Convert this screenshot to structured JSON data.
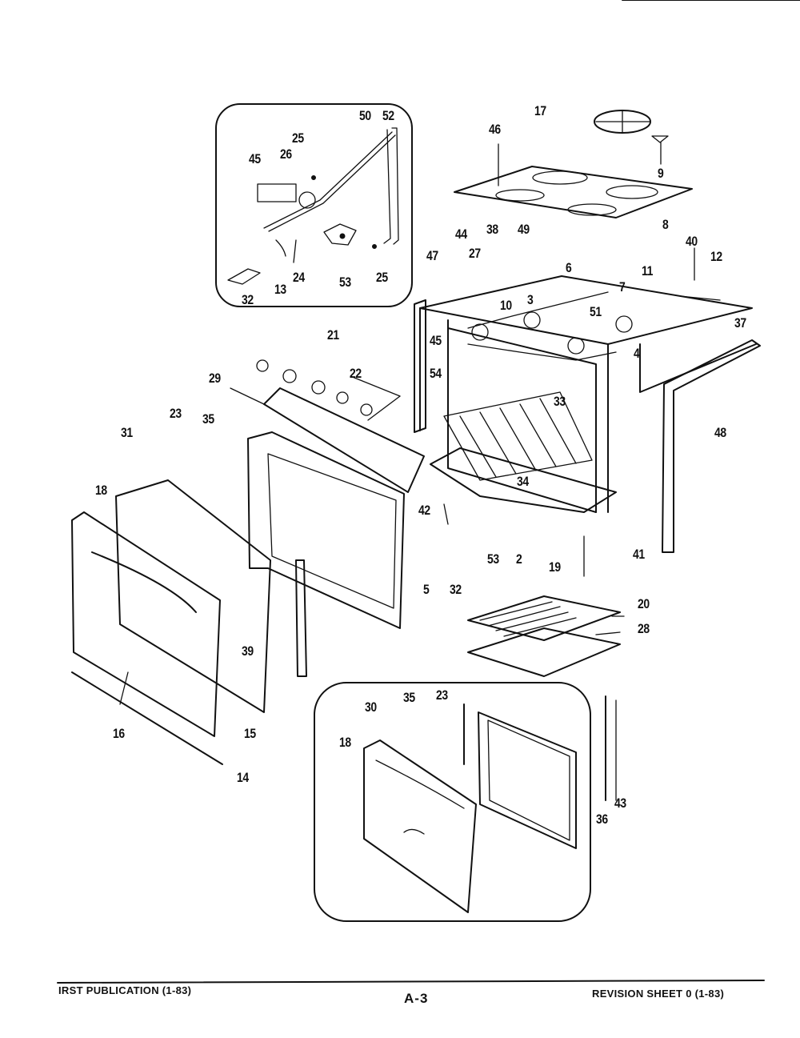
{
  "callouts": {
    "c17": "17",
    "c46": "46",
    "c9": "9",
    "c8": "8",
    "c40": "40",
    "c12": "12",
    "c11": "11",
    "c44": "44",
    "c38": "38",
    "c49": "49",
    "c27": "27",
    "c6": "6",
    "c47": "47",
    "c10": "10",
    "c3": "3",
    "c51": "51",
    "c7": "7",
    "c45": "45",
    "c4": "4",
    "c37": "37",
    "c54": "54",
    "c33": "33",
    "c48": "48",
    "c34": "34",
    "c42": "42",
    "c5": "5",
    "c53": "53",
    "c2": "2",
    "c19": "19",
    "c41": "41",
    "c32": "32",
    "c20": "20",
    "c28": "28",
    "i50": "50",
    "i52": "52",
    "i25a": "25",
    "i26": "26",
    "i45": "45",
    "i13": "13",
    "i24": "24",
    "i53": "53",
    "i25b": "25",
    "i32": "32",
    "c21": "21",
    "c22": "22",
    "c29": "29",
    "c23": "23",
    "c35": "35",
    "c31": "31",
    "c18": "18",
    "c39": "39",
    "c16": "16",
    "c15": "15",
    "c14": "14",
    "b30": "30",
    "b35": "35",
    "b23": "23",
    "b18": "18",
    "c36": "36",
    "c43": "43"
  },
  "footer": {
    "left": "IRST PUBLICATION (1-83)",
    "center": "A-3",
    "right": "REVISION SHEET 0 (1-83)"
  }
}
